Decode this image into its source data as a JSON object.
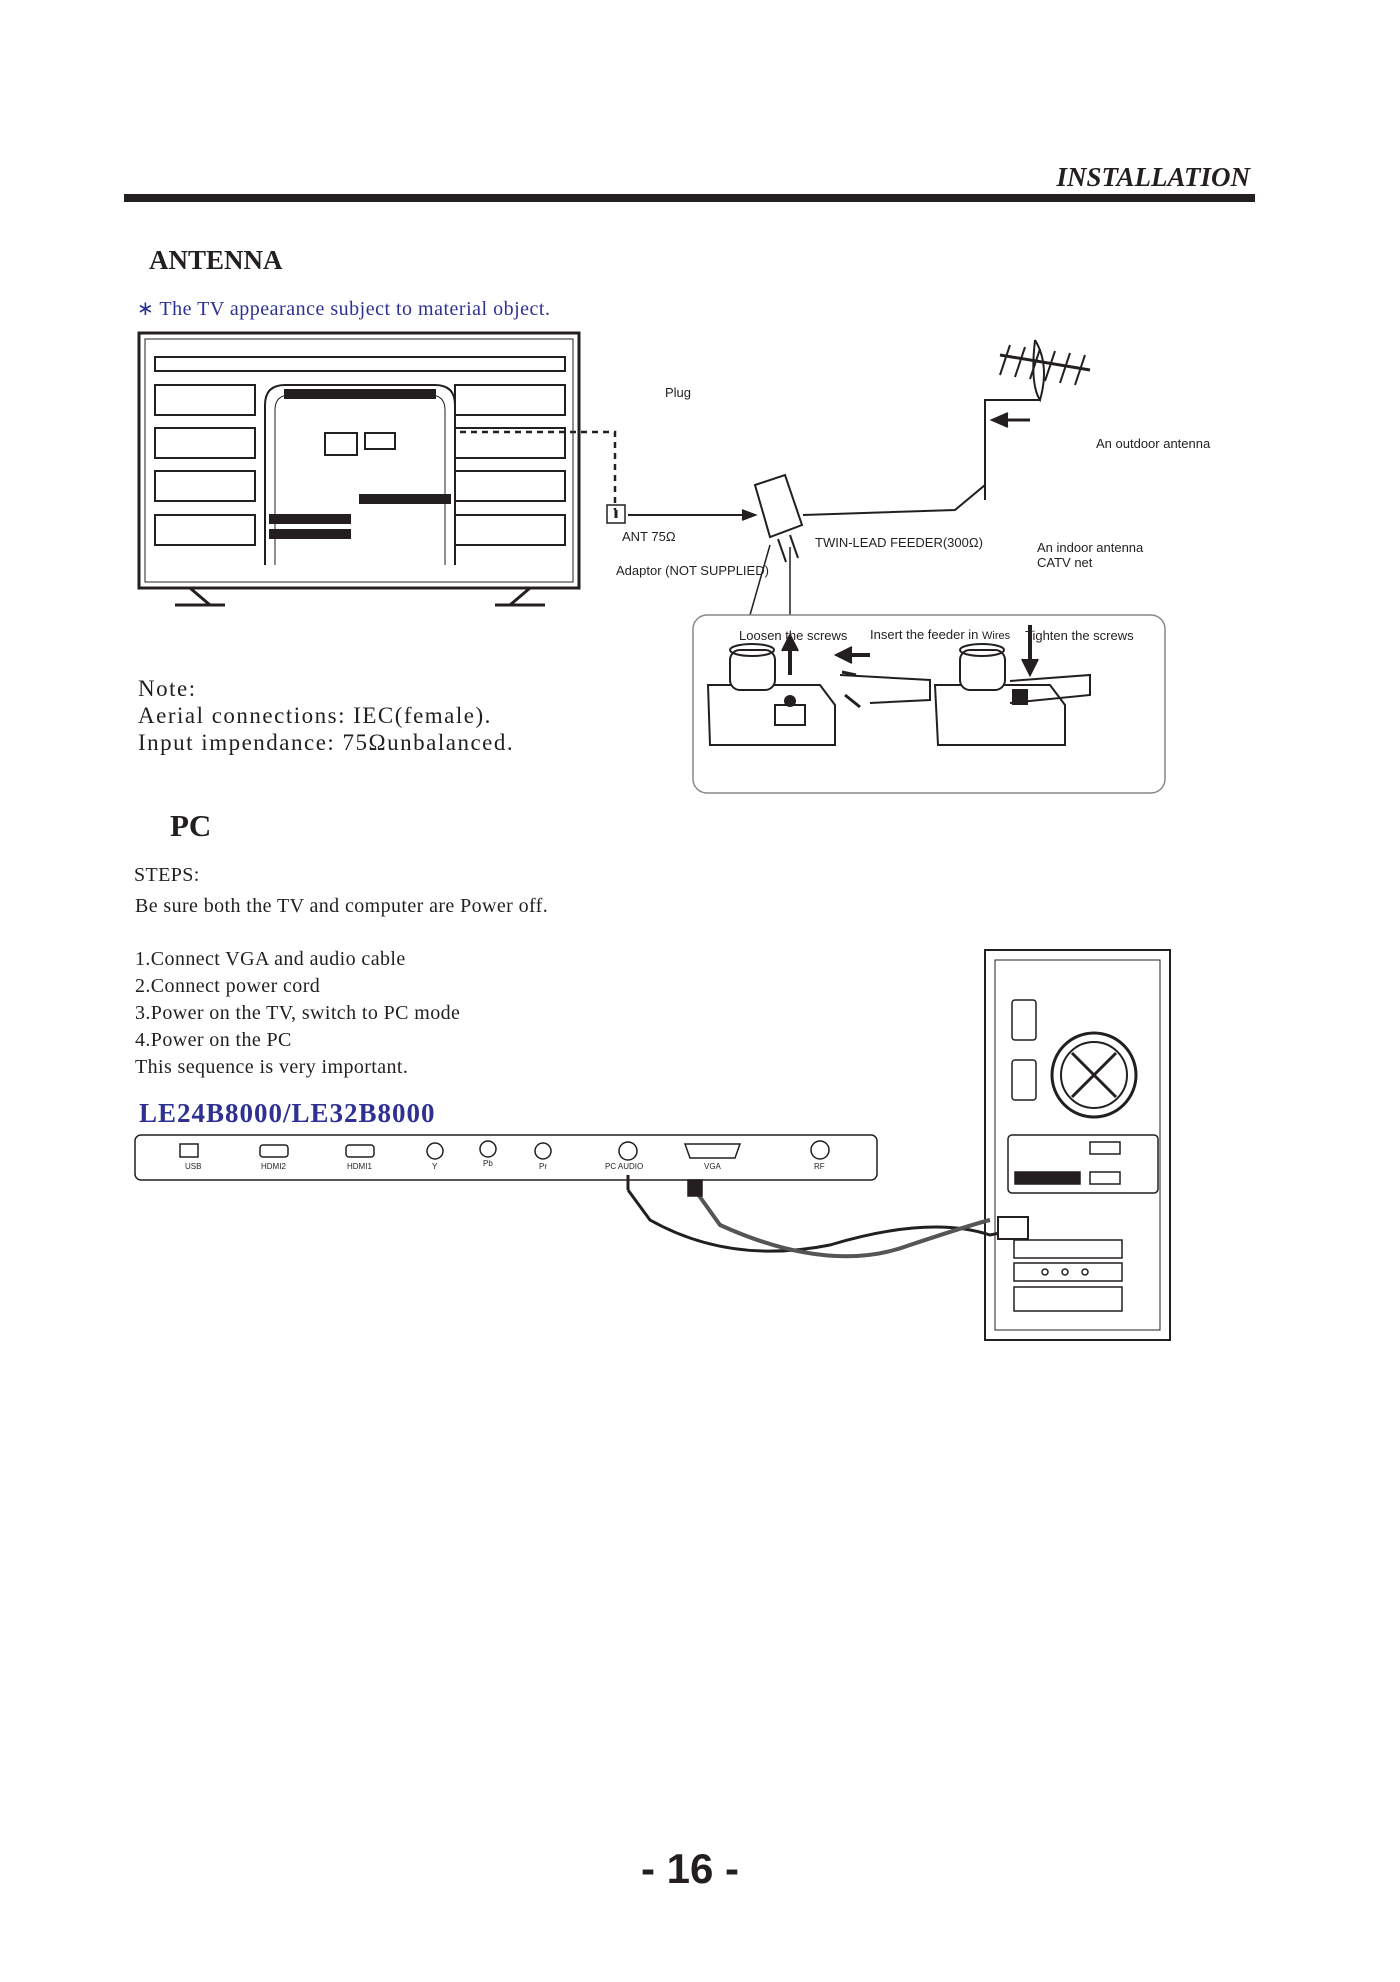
{
  "header": {
    "section": "INSTALLATION"
  },
  "antenna": {
    "title": "ANTENNA",
    "subtitle": "∗ The TV appearance subject to material object.",
    "labels": {
      "plug": "Plug",
      "outdoor": "An outdoor antenna",
      "ant": "ANT 75Ω",
      "feeder": "TWIN-LEAD FEEDER(300Ω)",
      "indoor_1": "An indoor antenna",
      "indoor_2": "CATV net",
      "adaptor": "Adaptor  (NOT SUPPLIED)",
      "loosen": "Loosen the screws",
      "insert": "Insert the feeder in",
      "wires": "Wires",
      "tighten": "Tighten the screws"
    },
    "note": {
      "heading": "Note:",
      "line1": "Aerial connections: IEC(female).",
      "line2": "Input impendance: 75Ωunbalanced."
    }
  },
  "pc": {
    "title": "PC",
    "steps_heading": "STEPS:",
    "intro": "Be sure both the TV and computer are Power off.",
    "steps": [
      "1.Connect VGA  and audio cable",
      "2.Connect power cord",
      "3.Power on the TV, switch to PC mode",
      "4.Power on the PC"
    ],
    "closing": "This sequence is very important.",
    "model": "LE24B8000/LE32B8000",
    "ports": [
      "USB",
      "HDMI2",
      "HDMI1",
      "Y",
      "Pb",
      "Pr",
      "PC AUDIO",
      "VGA",
      "RF"
    ]
  },
  "footer": {
    "page_number": "- 16 -"
  },
  "colors": {
    "accent": "#2e3192",
    "text": "#231f20"
  }
}
